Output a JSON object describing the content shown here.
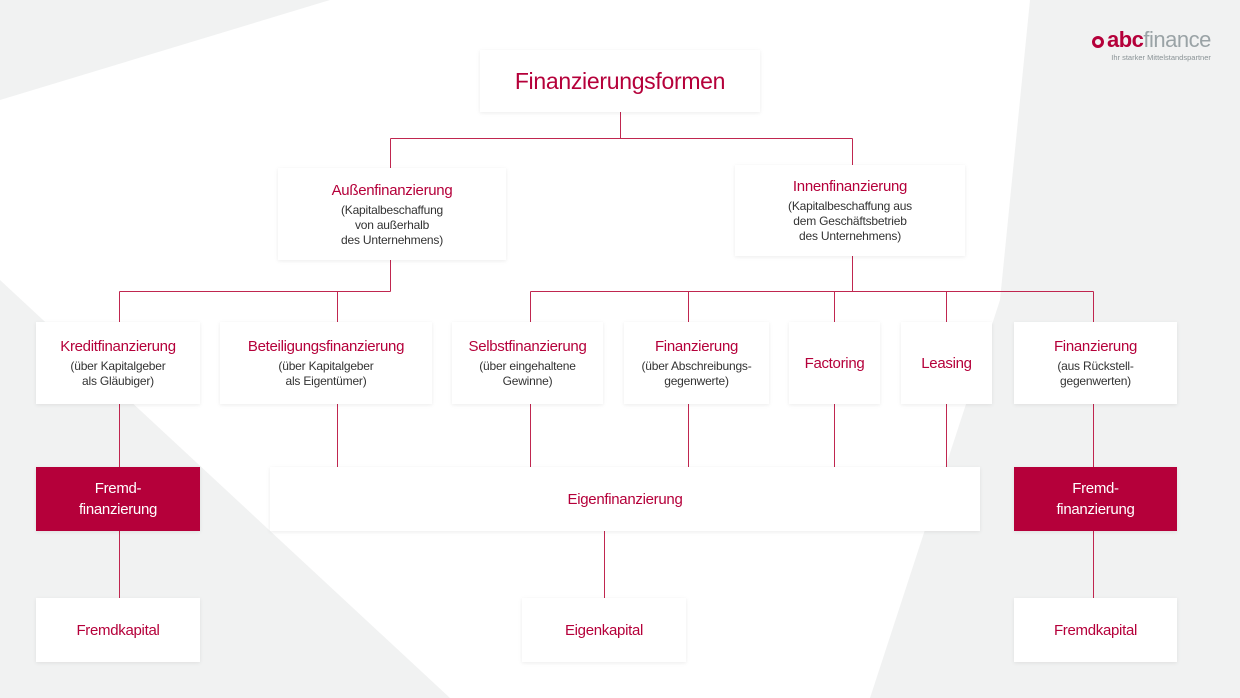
{
  "colors": {
    "accent": "#b5003a",
    "background": "#f1f2f2",
    "box": "#ffffff"
  },
  "logo": {
    "brand_part1": "abc",
    "brand_part2": "finance",
    "tagline": "Ihr starker Mittelstandspartner",
    "icon": "abcfinance-mark-icon"
  },
  "root": {
    "title": "Finanzierungsformen"
  },
  "level1": [
    {
      "title": "Außenfinanzierung",
      "subtitle": "(Kapitalbeschaffung\nvon außerhalb\ndes Unternehmens)"
    },
    {
      "title": "Innenfinanzierung",
      "subtitle": "(Kapitalbeschaffung aus\ndem Geschäftsbetrieb\ndes Unternehmens)"
    }
  ],
  "level2": [
    {
      "title": "Kreditfinanzierung",
      "subtitle": "(über Kapitalgeber\nals Gläubiger)"
    },
    {
      "title": "Beteiligungsfinanzierung",
      "subtitle": "(über Kapitalgeber\nals Eigentümer)"
    },
    {
      "title": "Selbstfinanzierung",
      "subtitle": "(über eingehaltene\nGewinne)"
    },
    {
      "title": "Finanzierung",
      "subtitle": "(über Abschreibungs-\ngegenwerte)"
    },
    {
      "title": "Factoring"
    },
    {
      "title": "Leasing"
    },
    {
      "title": "Finanzierung",
      "subtitle": "(aus Rückstell-\ngegenwerten)"
    }
  ],
  "level3": [
    {
      "title": "Fremd-\nfinanzierung"
    },
    {
      "title": "Eigenfinanzierung"
    },
    {
      "title": "Fremd-\nfinanzierung"
    }
  ],
  "level4": [
    {
      "title": "Fremdkapital"
    },
    {
      "title": "Eigenkapital"
    },
    {
      "title": "Fremdkapital"
    }
  ]
}
